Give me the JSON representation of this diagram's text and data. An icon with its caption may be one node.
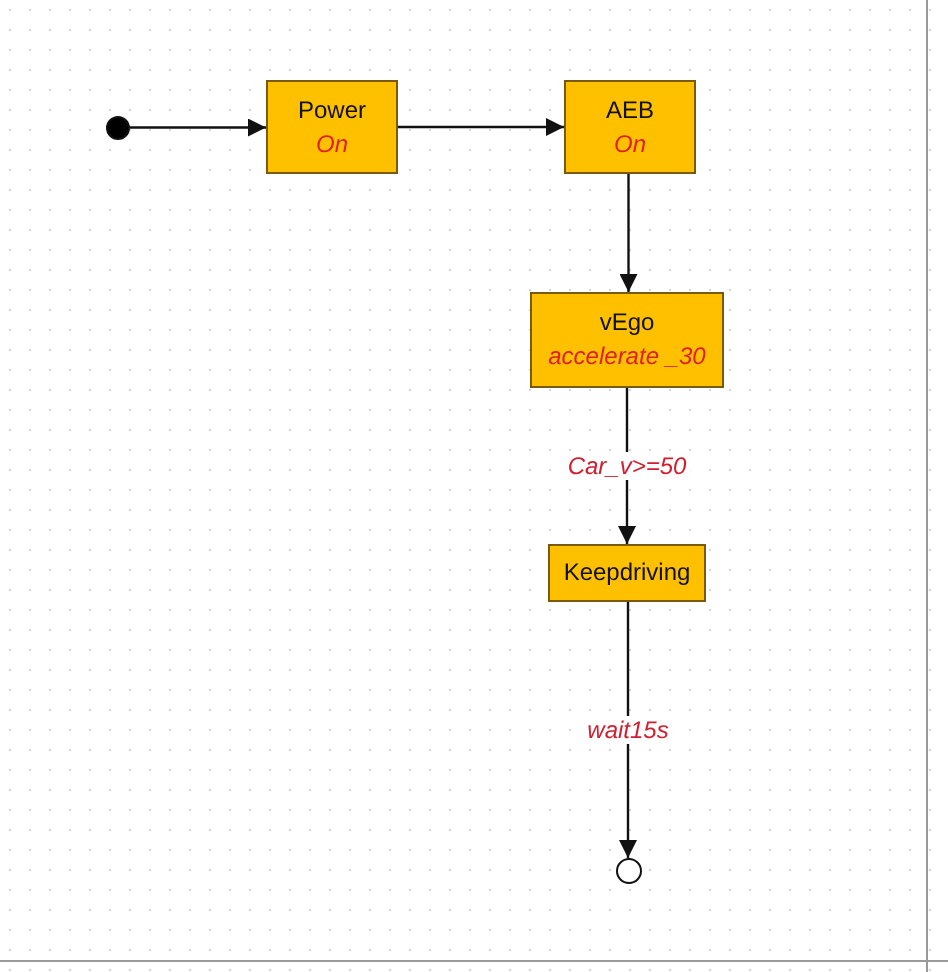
{
  "diagram": {
    "nodes": [
      {
        "text": [],
        "shape": "circle"
      },
      {
        "text": [
          "Power",
          "On"
        ]
      },
      {
        "text": [
          "AEB",
          "On"
        ]
      },
      {
        "text": [
          "vEgo",
          "accelerate _30"
        ]
      },
      {
        "text": [
          "Keepdriving"
        ]
      },
      {
        "text": [],
        "shape": "circle"
      }
    ],
    "edges": [
      {
        "from": 0,
        "to": 1,
        "arrow": "to"
      },
      {
        "from": 1,
        "to": 2,
        "arrow": "to"
      },
      {
        "from": 2,
        "to": 3,
        "arrow": "to"
      },
      {
        "from": 3,
        "to": 4,
        "label": "Car_v>=50",
        "arrow": "to"
      },
      {
        "from": 4,
        "to": 5,
        "label": "wait15s",
        "arrow": "to"
      }
    ]
  }
}
